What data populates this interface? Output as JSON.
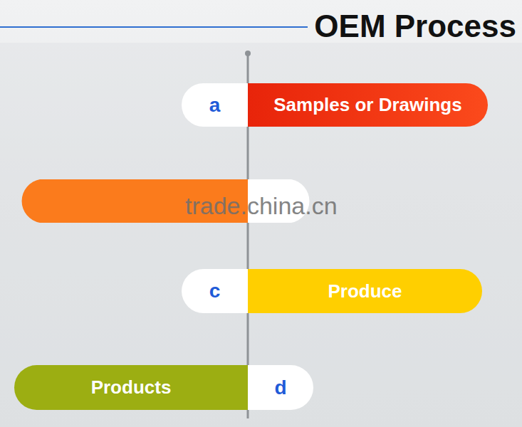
{
  "diagram": {
    "title": "OEM Process",
    "nodes": [
      {
        "text": [
          "a"
        ]
      },
      {
        "text": [
          "Samples or Drawings"
        ]
      },
      {
        "text": [
          "c"
        ]
      },
      {
        "text": [
          "Produce"
        ]
      },
      {
        "text": [
          "Products"
        ]
      },
      {
        "text": [
          "d"
        ]
      }
    ],
    "labels": [
      "trade.china.cn"
    ]
  }
}
